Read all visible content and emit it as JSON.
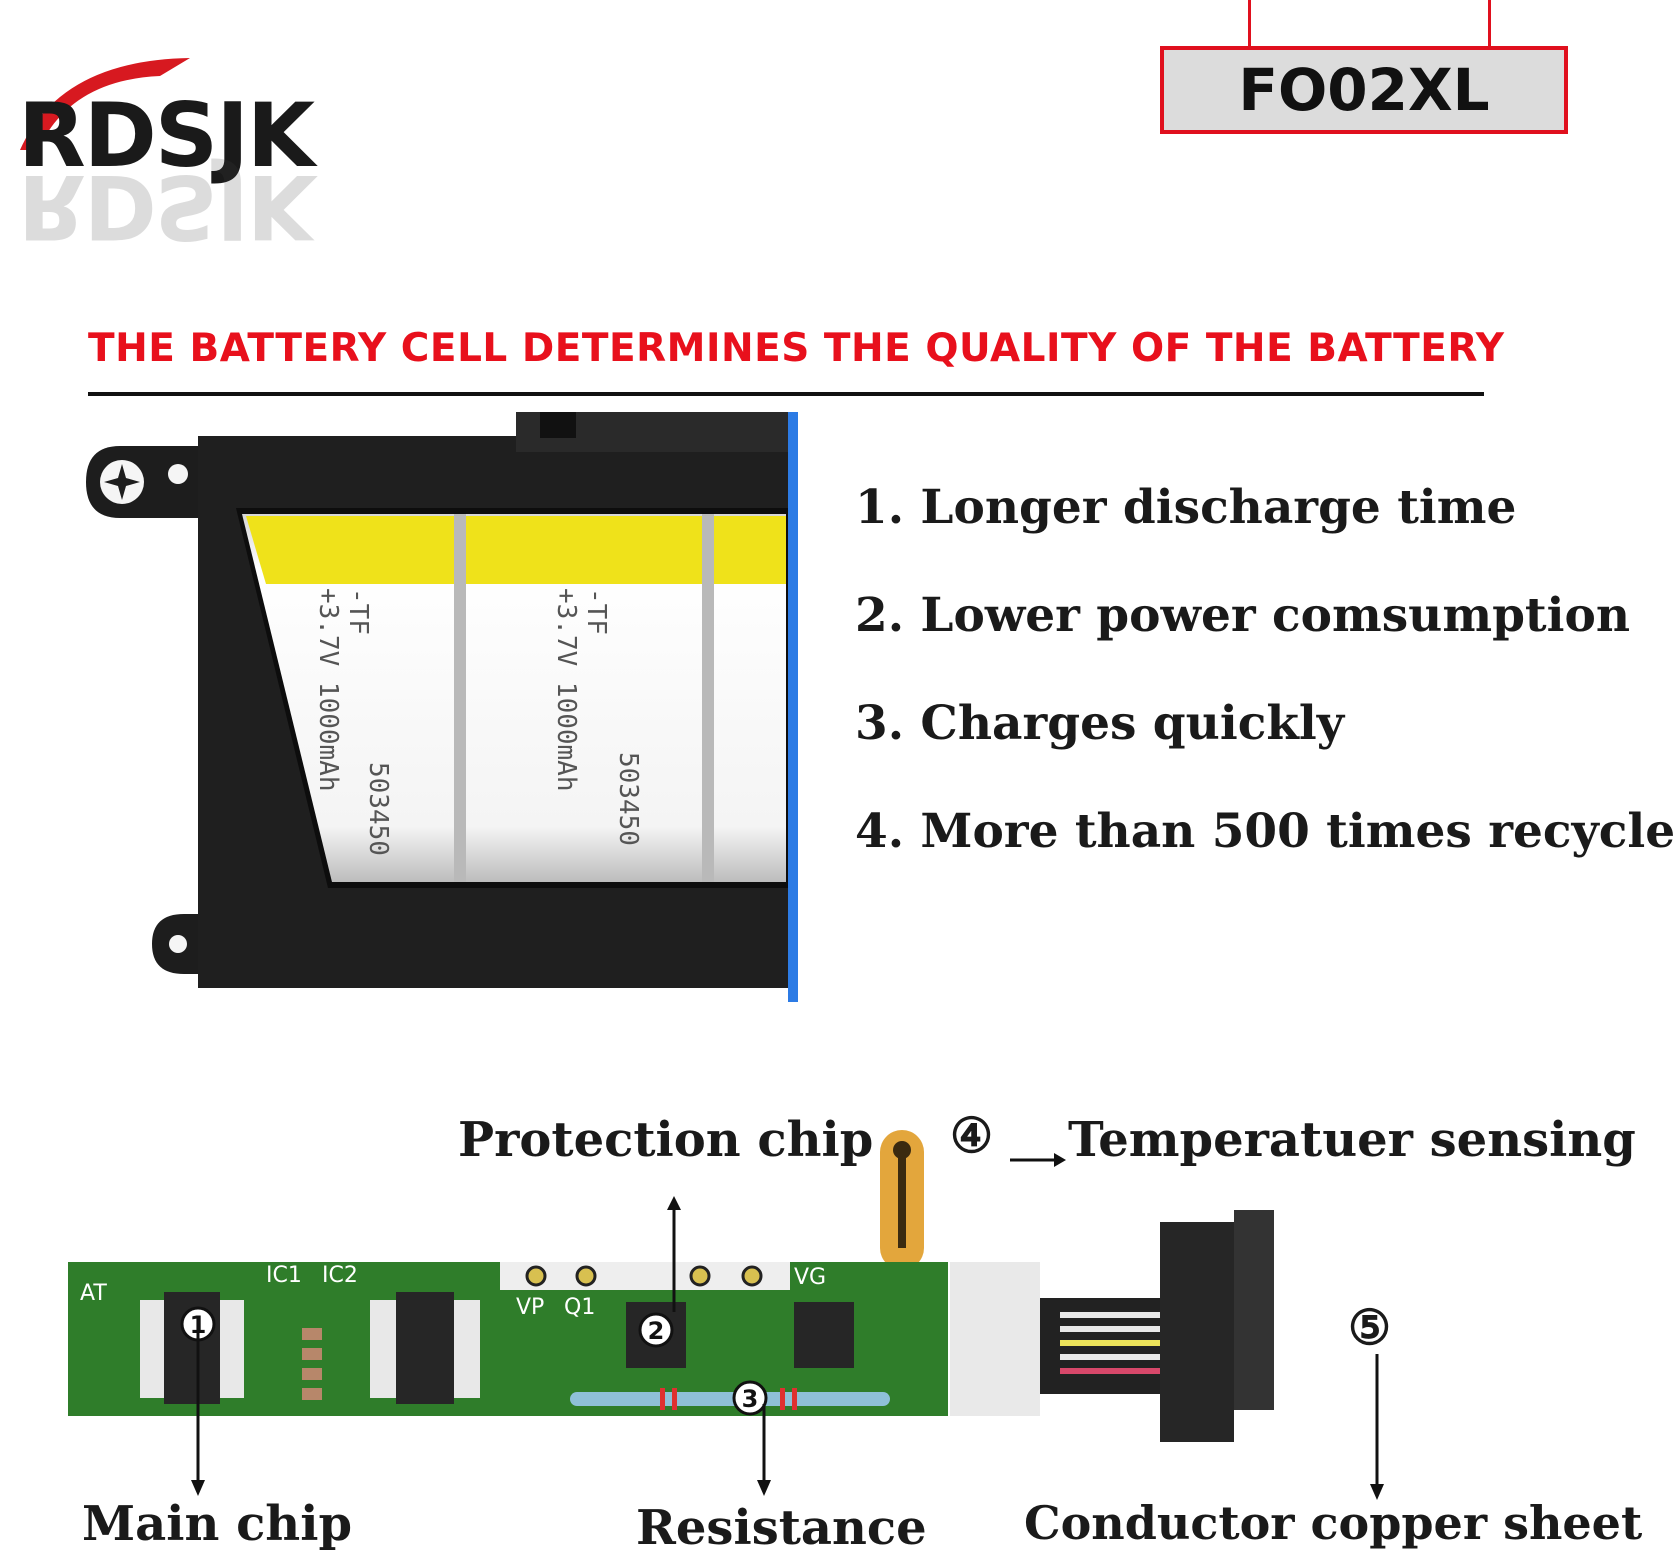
{
  "brand": {
    "logo_text": "RDSJK"
  },
  "model": {
    "label": "FO02XL"
  },
  "headline": "THE BATTERY CELL DETERMINES THE QUALITY OF THE BATTERY",
  "features": [
    "1. Longer discharge time",
    "2. Lower power comsumption",
    "3. Charges quickly",
    "4. More than 500 times recycle"
  ],
  "cells": [
    {
      "top_code": "-TF",
      "spec": "+3.7V 1000mAh",
      "code": "503450"
    },
    {
      "top_code": "-TF",
      "spec": "+3.7V 1000mAh",
      "code": "503450"
    }
  ],
  "pcb": {
    "silk": {
      "at": "AT",
      "ic1": "IC1",
      "ic2": "IC2",
      "vp": "VP",
      "q1": "Q1",
      "vg": "VG"
    },
    "markers": {
      "m1": "1",
      "m2": "2",
      "m3": "3",
      "m4": "④",
      "m5": "⑤"
    },
    "labels": {
      "protection_chip": "Protection chip",
      "temperature_sensing": "Temperatuer sensing",
      "main_chip": "Main chip",
      "resistance": "Resistance",
      "conductor": "Conductor copper sheet"
    }
  },
  "colors": {
    "accent_red": "#e8101c",
    "pcb_green": "#2f7d2a",
    "cell_yellow": "#f2e418"
  }
}
